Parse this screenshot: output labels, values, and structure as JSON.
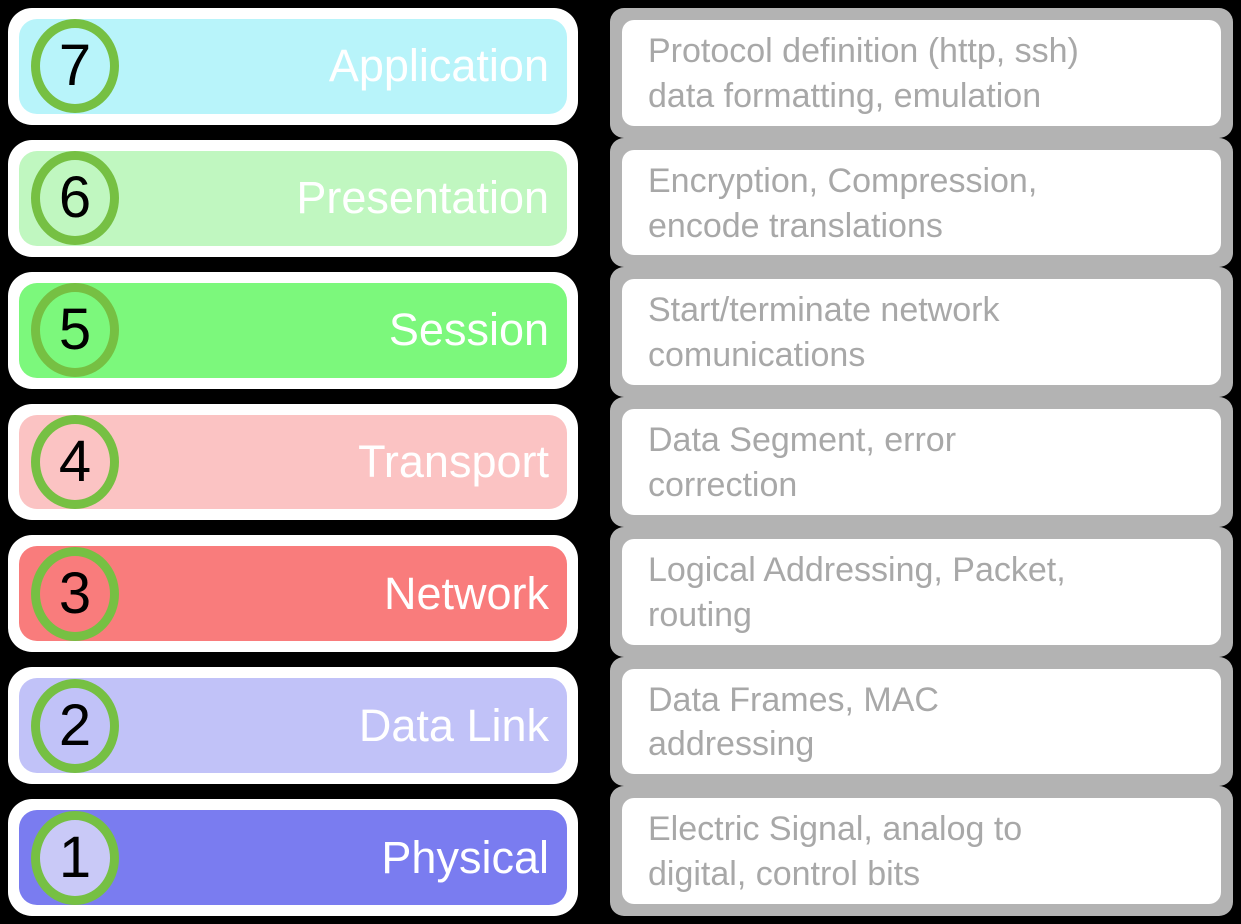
{
  "colors": {
    "background": "#000000",
    "card_white": "#ffffff",
    "circle_border": "#76c043",
    "panel_gray": "#b3b3b3",
    "panel_card_white": "#ffffff",
    "panel_text_gray": "#a8a8a8",
    "layer_name_text": "#ffffff",
    "layer_number_text": "#000000"
  },
  "layers": [
    {
      "number": "7",
      "name": "Application",
      "color": "#b8f4fa",
      "circle_fill": "",
      "desc1": "Protocol definition (http, ssh)",
      "desc2": "data formatting, emulation"
    },
    {
      "number": "6",
      "name": "Presentation",
      "color": "#c0f7c0",
      "circle_fill": "",
      "desc1": "Encryption, Compression,",
      "desc2": "encode translations"
    },
    {
      "number": "5",
      "name": "Session",
      "color": "#7cf87c",
      "circle_fill": "",
      "desc1": "Start/terminate network",
      "desc2": "comunications"
    },
    {
      "number": "4",
      "name": "Transport",
      "color": "#fbc3c3",
      "circle_fill": "",
      "desc1": "Data Segment, error",
      "desc2": "correction"
    },
    {
      "number": "3",
      "name": "Network",
      "color": "#f97c7c",
      "circle_fill": "",
      "desc1": "Logical Addressing, Packet,",
      "desc2": "routing"
    },
    {
      "number": "2",
      "name": "Data Link",
      "color": "#c1c2f8",
      "circle_fill": "",
      "desc1": "Data Frames, MAC",
      "desc2": "addressing"
    },
    {
      "number": "1",
      "name": "Physical",
      "color": "#7a7cf0",
      "circle_fill": "#c9c9f7",
      "desc1": "Electric Signal, analog to",
      "desc2": "digital, control bits"
    }
  ]
}
